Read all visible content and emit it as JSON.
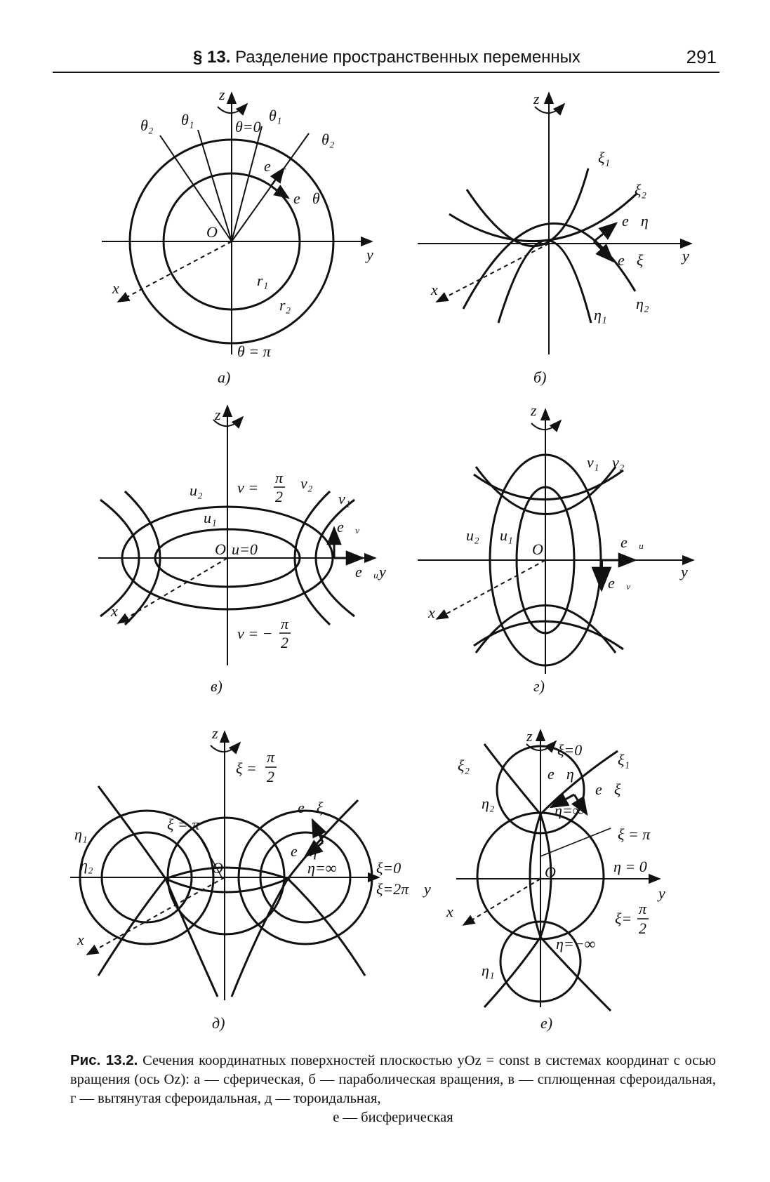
{
  "header": {
    "section_mark": "§ 13.",
    "title": "Разделение пространственных переменных",
    "page_number": "291"
  },
  "figures": {
    "a": {
      "label": "а)",
      "z": "z",
      "y": "y",
      "x": "x",
      "O": "O",
      "theta2_left": "θ₂",
      "theta1_left": "θ₁",
      "theta0": "θ=0",
      "theta1_right": "θ₁",
      "theta2_right": "θ₂",
      "e_r": "e⃗ᵣ",
      "e_theta": "e⃗θ",
      "r1": "r₁",
      "r2": "r₂",
      "theta_pi": "θ = π"
    },
    "b": {
      "label": "б)",
      "z": "z",
      "y": "y",
      "x": "x",
      "xi1": "ξ₁",
      "xi2": "ξ₂",
      "e_eta": "e⃗η",
      "e_xi": "e⃗ξ",
      "eta1": "η₁",
      "eta2": "η₂"
    },
    "v": {
      "label": "в)",
      "z": "z",
      "y": "y",
      "x": "x",
      "O": "O",
      "u2": "u₂",
      "u1": "u₁",
      "u0": "u=0",
      "v_top": "v =",
      "v_bottom": "v = −",
      "pi": "π",
      "two": "2",
      "v2": "v₂",
      "v1": "v₁",
      "e_v": "e⃗ᵥ",
      "e_u": "e⃗ᵤ"
    },
    "g": {
      "label": "г)",
      "z": "z",
      "y": "y",
      "x": "x",
      "O": "O",
      "v1": "v₁",
      "v2": "v₂",
      "u2": "u₂",
      "u1": "u₁",
      "e_u": "e⃗ᵤ",
      "e_v": "e⃗ᵥ"
    },
    "d": {
      "label": "д)",
      "z": "z",
      "y": "y",
      "x": "x",
      "O": "O",
      "xi_top": "ξ =",
      "pi": "π",
      "two": "2",
      "xi_pi": "ξ = π",
      "eta1": "η₁",
      "eta2": "η₂",
      "e_xi": "e⃗ξ",
      "e_eta": "e⃗η",
      "eta_inf": "η=∞",
      "xi0": "ξ=0",
      "xi2pi": "ξ=2π"
    },
    "e": {
      "label": "е)",
      "z": "z",
      "y": "y",
      "x": "x",
      "O": "O",
      "xi0": "ξ=0",
      "xi2": "ξ₂",
      "xi1": "ξ₁",
      "e_eta": "e⃗η",
      "e_xi": "e⃗ξ",
      "eta2": "η₂",
      "eta_inf": "η=∞",
      "xi_pi": "ξ = π",
      "eta0": "η = 0",
      "xi_half": "ξ=",
      "pi": "π",
      "two": "2",
      "eta_minus_inf": "η=−∞",
      "eta1": "η₁"
    }
  },
  "caption": {
    "lead": "Рис. 13.2.",
    "text": " Сечения координатных поверхностей плоскостью yOz = const в системах координат с осью вращения (ось Oz): а — сферическая, б — параболическая вращения, в — сплющенная сфероидальная, г — вытянутая сфероидальная, д — тороидальная,",
    "last": "е — бисферическая"
  }
}
